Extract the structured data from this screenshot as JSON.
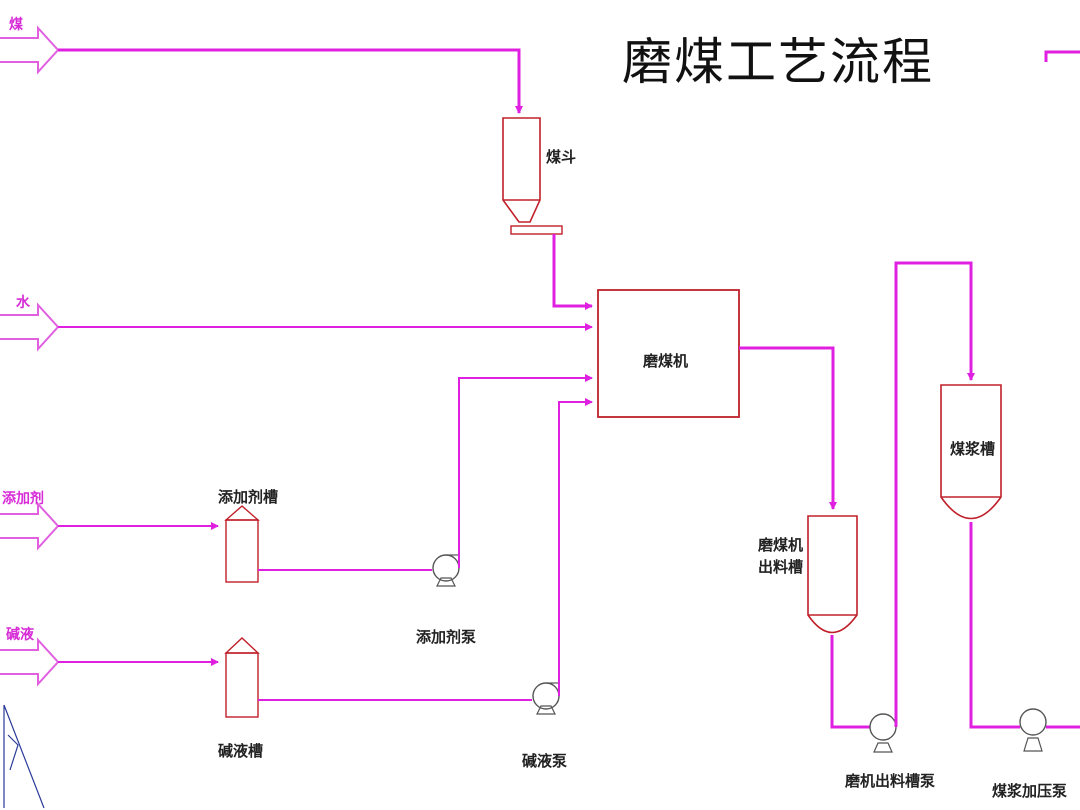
{
  "title": "磨煤工艺流程",
  "colors": {
    "flow_line": "#e020e0",
    "equipment_outline": "#c0202a",
    "arrow": "#e060e0"
  },
  "inputs": {
    "coal": "煤",
    "water": "水",
    "additive": "添加剂",
    "alkali": "碱液"
  },
  "equipment": {
    "coal_hopper": "煤斗",
    "mill": "磨煤机",
    "additive_tank": "添加剂槽",
    "additive_pump": "添加剂泵",
    "alkali_tank": "碱液槽",
    "alkali_pump": "碱液泵",
    "mill_outlet_tank": "磨煤机出料槽",
    "mill_outlet_tank_line1": "磨煤机",
    "mill_outlet_tank_line2": "出料槽",
    "mill_outlet_pump": "磨机出料槽泵",
    "slurry_tank": "煤浆槽",
    "slurry_booster_pump": "煤浆加压泵"
  }
}
